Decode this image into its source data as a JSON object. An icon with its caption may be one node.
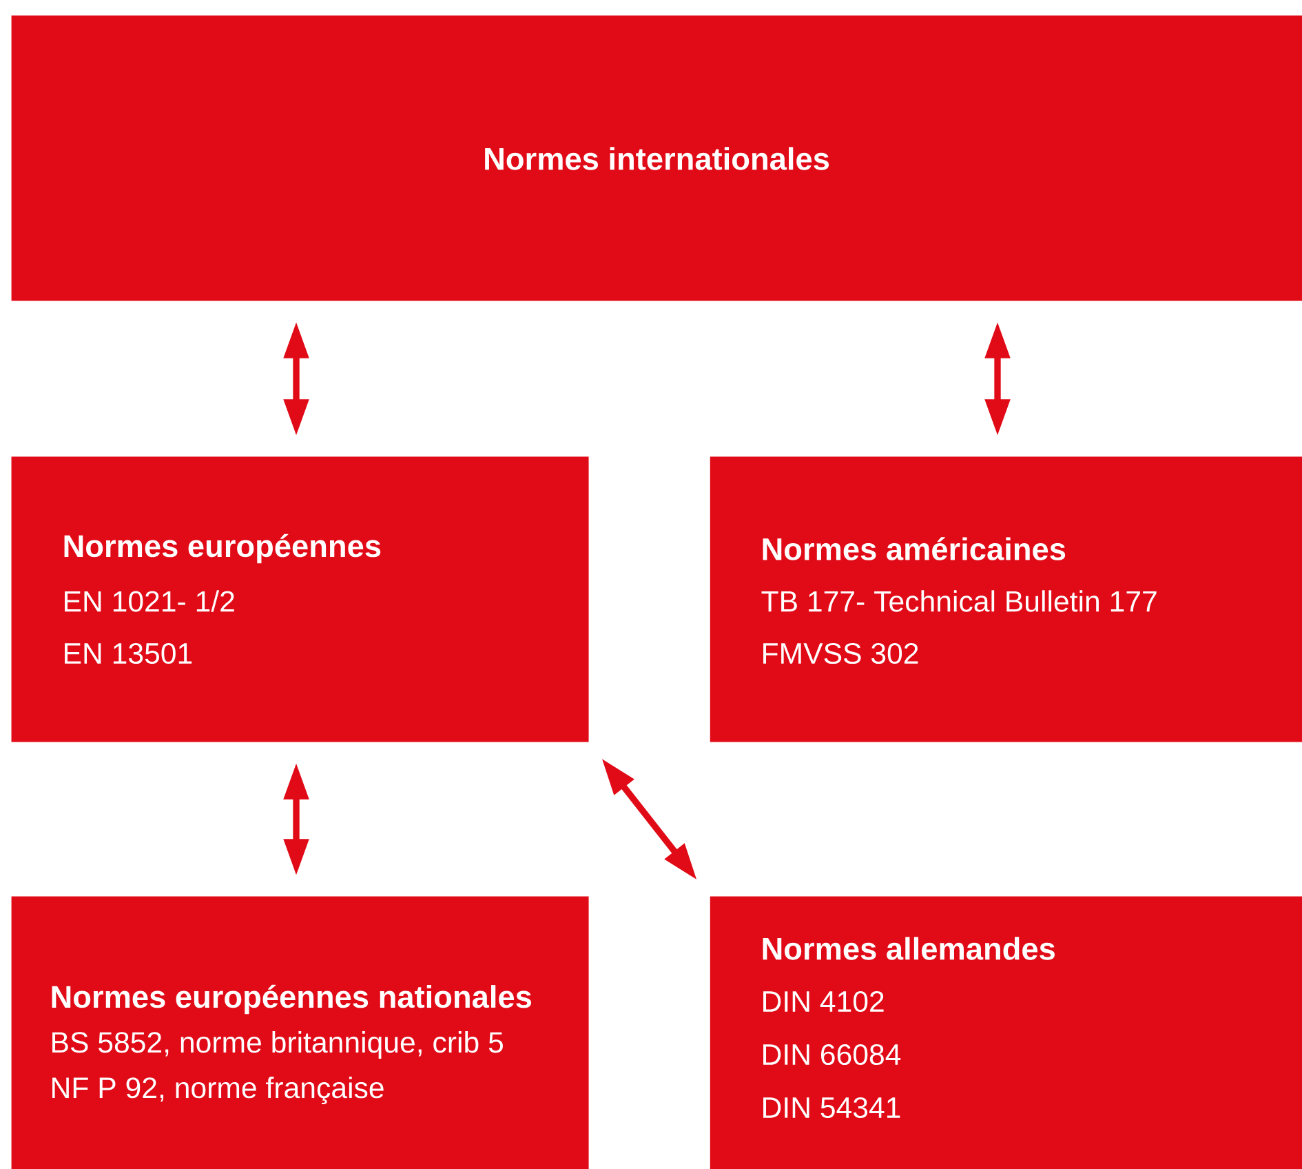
{
  "diagram": {
    "nodes": [
      {
        "text": [
          "Normes internationales"
        ]
      },
      {
        "text": [
          "Normes européennes",
          "EN 1021- 1/2",
          "EN 13501"
        ]
      },
      {
        "text": [
          "Normes américaines",
          "TB 177- Technical Bulletin 177",
          "FMVSS 302"
        ]
      },
      {
        "text": [
          "Normes européennes nationales",
          "BS 5852, norme britannique, crib 5",
          "NF P 92, norme française"
        ]
      },
      {
        "text": [
          "Normes allemandes",
          "DIN 4102",
          "DIN 66084",
          "DIN 54341"
        ]
      }
    ],
    "edges": [
      {
        "from": 0,
        "to": 1,
        "arrow": "both"
      },
      {
        "from": 0,
        "to": 2,
        "arrow": "both"
      },
      {
        "from": 1,
        "to": 3,
        "arrow": "both"
      },
      {
        "from": 1,
        "to": 4,
        "arrow": "both"
      }
    ]
  }
}
